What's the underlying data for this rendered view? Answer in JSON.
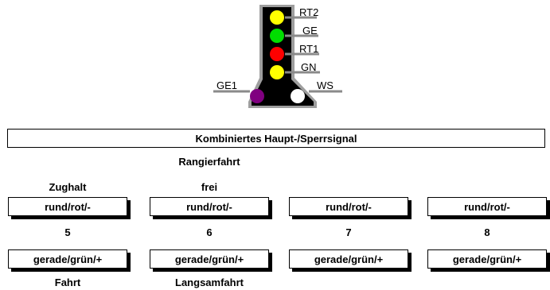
{
  "signal": {
    "lamps": [
      {
        "id": "RT2",
        "color": "#ffff00",
        "label": "RT2"
      },
      {
        "id": "GE",
        "color": "#00dd00",
        "label": "GE"
      },
      {
        "id": "RT1",
        "color": "#ff0000",
        "label": "RT1"
      },
      {
        "id": "GN",
        "color": "#ffff00",
        "label": "GN"
      },
      {
        "id": "GE1",
        "color": "#800080",
        "label": "GE1"
      },
      {
        "id": "WS",
        "color": "#ffffff",
        "label": "WS"
      }
    ]
  },
  "title": "Kombiniertes Haupt-/Sperrsignal",
  "columns": [
    {
      "top_label": [
        "Zughalt"
      ],
      "round_label": "rund/rot/-",
      "number": "5",
      "straight_label": "gerade/grün/+",
      "bottom_label": "Fahrt"
    },
    {
      "top_label": [
        "Rangierfahrt",
        "frei"
      ],
      "round_label": "rund/rot/-",
      "number": "6",
      "straight_label": "gerade/grün/+",
      "bottom_label": "Langsamfahrt"
    },
    {
      "top_label": [],
      "round_label": "rund/rot/-",
      "number": "7",
      "straight_label": "gerade/grün/+",
      "bottom_label": ""
    },
    {
      "top_label": [],
      "round_label": "rund/rot/-",
      "number": "8",
      "straight_label": "gerade/grün/+",
      "bottom_label": ""
    }
  ]
}
